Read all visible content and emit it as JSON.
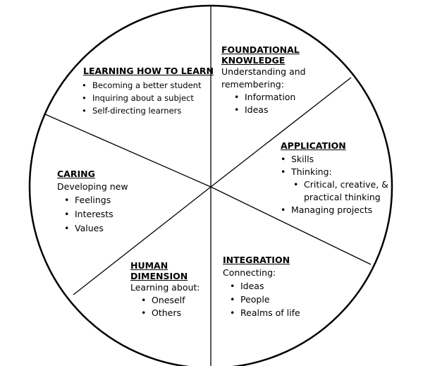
{
  "segments": {
    "learning": {
      "title": "LEARNING HOW TO LEARN",
      "items": [
        "Becoming a better student",
        "Inquiring about a subject",
        "Self-directing learners"
      ]
    },
    "foundational": {
      "title_line1": "FOUNDATIONAL",
      "title_line2": "KNOWLEDGE",
      "intro_line1": "Understanding and",
      "intro_line2": "remembering:",
      "items": [
        "Information",
        "Ideas"
      ]
    },
    "application": {
      "title": "APPLICATION",
      "items": [
        "Skills",
        "Thinking:"
      ],
      "sub_line1": "Critical, creative, &",
      "sub_line2": "practical thinking",
      "last": "Managing projects"
    },
    "caring": {
      "title": "CARING",
      "intro": "Developing new",
      "items": [
        "Feelings",
        "Interests",
        "Values"
      ]
    },
    "human": {
      "title_line1": "HUMAN",
      "title_line2": "DIMENSION",
      "intro": "Learning about:",
      "items": [
        "Oneself",
        "Others"
      ]
    },
    "integration": {
      "title": "INTEGRATION",
      "intro": "Connecting:",
      "items": [
        "Ideas",
        "People",
        "Realms of life"
      ]
    }
  }
}
